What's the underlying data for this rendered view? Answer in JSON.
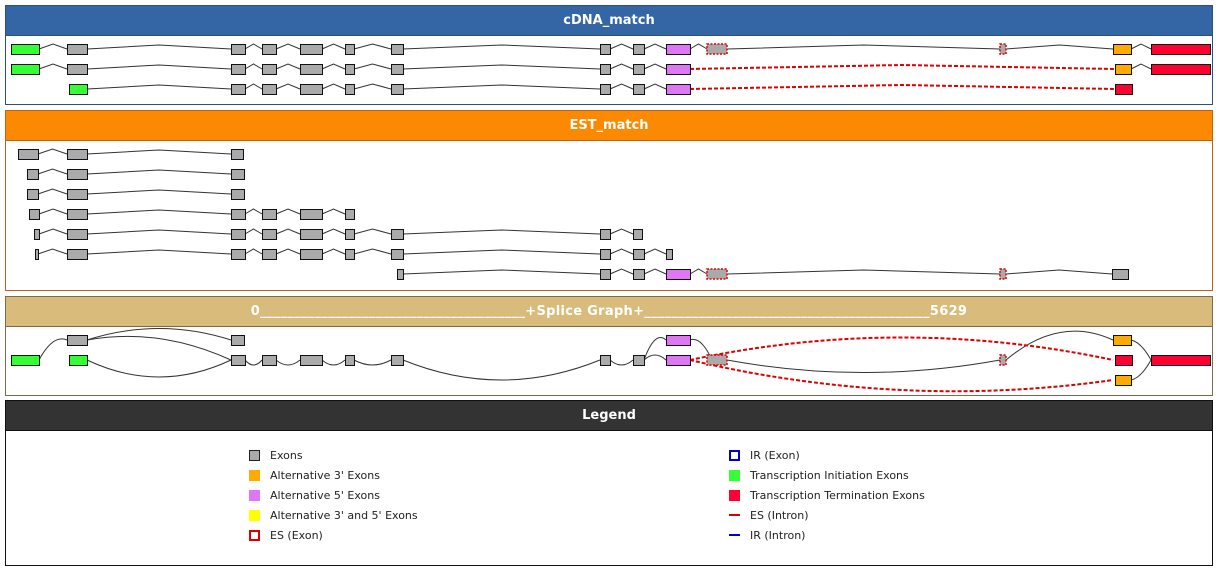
{
  "colors": {
    "exon": "#aaaaaa",
    "alt3": "#ffaa00",
    "alt5": "#dd77f4",
    "alt35": "#ffff00",
    "init": "#33ff33",
    "term": "#ff0033",
    "es": "#dd0000",
    "ir": "#0000cc",
    "intron": "#333333"
  },
  "panels": {
    "cdna": {
      "title": "cDNA_match",
      "rows": [
        {
          "exons": [
            [
              11,
              39,
              "init"
            ],
            [
              67,
              87,
              "exon"
            ],
            [
              231,
              245,
              "exon"
            ],
            [
              262,
              276,
              "exon"
            ],
            [
              300,
              322,
              "exon"
            ],
            [
              345,
              354,
              "exon"
            ],
            [
              391,
              403,
              "exon"
            ],
            [
              600,
              610,
              "exon"
            ],
            [
              633,
              644,
              "exon"
            ],
            [
              666,
              690,
              "alt5"
            ],
            [
              707,
              727,
              "es"
            ],
            [
              1000,
              1006,
              "es"
            ],
            [
              1113,
              1131,
              "alt3"
            ],
            [
              1151,
              1210,
              "term"
            ]
          ],
          "introns": []
        },
        {
          "exons": [
            [
              11,
              39,
              "init"
            ],
            [
              67,
              87,
              "exon"
            ],
            [
              231,
              245,
              "exon"
            ],
            [
              262,
              276,
              "exon"
            ],
            [
              300,
              322,
              "exon"
            ],
            [
              345,
              354,
              "exon"
            ],
            [
              391,
              403,
              "exon"
            ],
            [
              600,
              610,
              "exon"
            ],
            [
              633,
              644,
              "exon"
            ],
            [
              666,
              690,
              "alt5"
            ],
            [
              1115,
              1131,
              "alt3"
            ],
            [
              1151,
              1210,
              "term"
            ]
          ],
          "es_introns": [
            [
              690,
              1115
            ]
          ]
        },
        {
          "exons": [
            [
              69,
              87,
              "init"
            ],
            [
              231,
              245,
              "exon"
            ],
            [
              262,
              276,
              "exon"
            ],
            [
              300,
              322,
              "exon"
            ],
            [
              345,
              354,
              "exon"
            ],
            [
              391,
              403,
              "exon"
            ],
            [
              600,
              610,
              "exon"
            ],
            [
              633,
              644,
              "exon"
            ],
            [
              666,
              690,
              "alt5"
            ],
            [
              1115,
              1132,
              "term"
            ]
          ],
          "es_introns": [
            [
              690,
              1115
            ]
          ]
        }
      ]
    },
    "est": {
      "title": "EST_match",
      "rows": [
        {
          "exons": [
            [
              18,
              38,
              "exon"
            ],
            [
              67,
              87,
              "exon"
            ],
            [
              231,
              243,
              "exon"
            ]
          ]
        },
        {
          "exons": [
            [
              27,
              38,
              "exon"
            ],
            [
              67,
              87,
              "exon"
            ],
            [
              231,
              244,
              "exon"
            ]
          ]
        },
        {
          "exons": [
            [
              27,
              38,
              "exon"
            ],
            [
              67,
              87,
              "exon"
            ],
            [
              231,
              244,
              "exon"
            ]
          ]
        },
        {
          "exons": [
            [
              29,
              39,
              "exon"
            ],
            [
              67,
              87,
              "exon"
            ],
            [
              231,
              245,
              "exon"
            ],
            [
              262,
              276,
              "exon"
            ],
            [
              300,
              322,
              "exon"
            ],
            [
              345,
              354,
              "exon"
            ]
          ]
        },
        {
          "exons": [
            [
              34,
              39,
              "exon"
            ],
            [
              67,
              87,
              "exon"
            ],
            [
              231,
              245,
              "exon"
            ],
            [
              262,
              276,
              "exon"
            ],
            [
              300,
              322,
              "exon"
            ],
            [
              345,
              354,
              "exon"
            ],
            [
              391,
              403,
              "exon"
            ],
            [
              600,
              610,
              "exon"
            ],
            [
              633,
              642,
              "exon"
            ]
          ]
        },
        {
          "exons": [
            [
              35,
              38,
              "exon"
            ],
            [
              67,
              87,
              "exon"
            ],
            [
              231,
              245,
              "exon"
            ],
            [
              262,
              276,
              "exon"
            ],
            [
              300,
              322,
              "exon"
            ],
            [
              345,
              354,
              "exon"
            ],
            [
              391,
              403,
              "exon"
            ],
            [
              600,
              610,
              "exon"
            ],
            [
              633,
              644,
              "exon"
            ],
            [
              666,
              672,
              "exon"
            ]
          ]
        },
        {
          "exons": [
            [
              397,
              403,
              "exon"
            ],
            [
              600,
              610,
              "exon"
            ],
            [
              633,
              644,
              "exon"
            ],
            [
              666,
              690,
              "alt5"
            ],
            [
              707,
              727,
              "es"
            ],
            [
              1000,
              1006,
              "es"
            ],
            [
              1112,
              1128,
              "exon"
            ]
          ]
        }
      ]
    },
    "splice_graph": {
      "title": "0_______________________________________+Splice Graph+__________________________________________5629",
      "start": "0",
      "end": "5629"
    },
    "legend": {
      "title": "Legend",
      "left": [
        {
          "label": "Exons",
          "type": "exon"
        },
        {
          "label": "Alternative 3' Exons",
          "type": "alt3"
        },
        {
          "label": "Alternative 5' Exons",
          "type": "alt5"
        },
        {
          "label": "Alternative 3' and 5' Exons",
          "type": "alt35"
        },
        {
          "label": "ES (Exon)",
          "type": "es-exon"
        }
      ],
      "right": [
        {
          "label": "IR (Exon)",
          "type": "ir-exon"
        },
        {
          "label": "Transcription Initiation Exons",
          "type": "init"
        },
        {
          "label": "Transcription Termination Exons",
          "type": "term"
        },
        {
          "label": "ES (Intron)",
          "type": "es-intron"
        },
        {
          "label": "IR (Intron)",
          "type": "ir-intron"
        }
      ]
    }
  }
}
